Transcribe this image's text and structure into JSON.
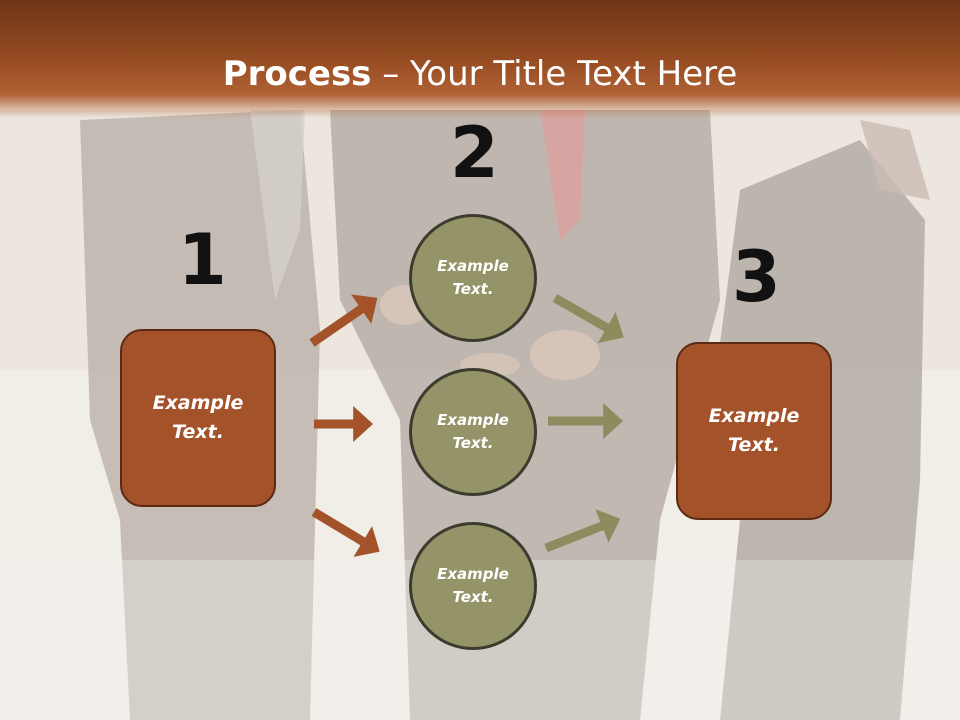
{
  "slide": {
    "title_bold": "Process",
    "title_rest": " – Your Title Text Here"
  },
  "steps": [
    {
      "number": "1",
      "text": "Example Text."
    },
    {
      "number": "2",
      "text": "Example Text."
    },
    {
      "number": "3",
      "text": "Example Text."
    }
  ],
  "circles": [
    {
      "text": "Example Text."
    },
    {
      "text": "Example Text."
    },
    {
      "text": "Example Text."
    }
  ],
  "colors": {
    "header": "#9a4e23",
    "box_fill": "#a4522a",
    "circle_fill": "#949468",
    "arrow_brown": "#a4522a",
    "arrow_olive": "#8c8c5e"
  }
}
